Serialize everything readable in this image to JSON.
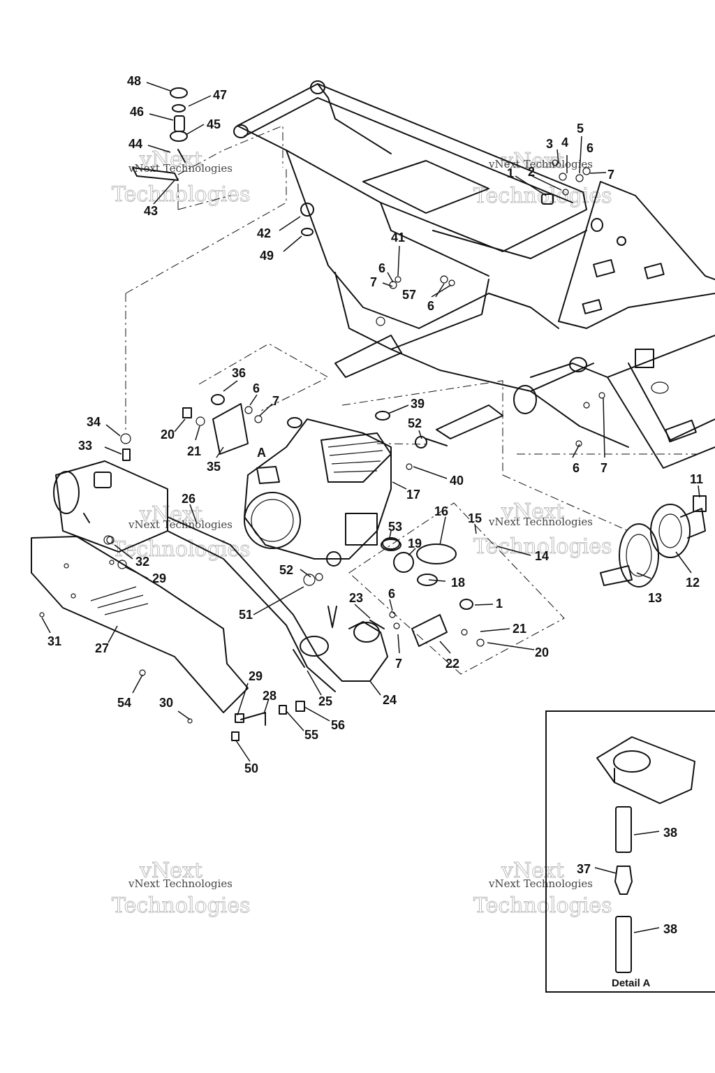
{
  "watermark": {
    "line1": "vNext",
    "line2": "Technologies",
    "small": "vNext Technologies"
  },
  "detail": {
    "title": "Detail A",
    "marker": "A"
  },
  "callouts": {
    "n1": "1",
    "n1b": "1",
    "n2": "2",
    "n3": "3",
    "n4": "4",
    "n5": "5",
    "n6a": "6",
    "n6b": "6",
    "n6c": "6",
    "n6d": "6",
    "n6e": "6",
    "n6f": "6",
    "n7a": "7",
    "n7b": "7",
    "n7c": "7",
    "n7d": "7",
    "n7e": "7",
    "n11": "11",
    "n12": "12",
    "n13": "13",
    "n14": "14",
    "n15": "15",
    "n16": "16",
    "n17": "17",
    "n18": "18",
    "n19": "19",
    "n20a": "20",
    "n20b": "20",
    "n21a": "21",
    "n21b": "21",
    "n22": "22",
    "n23": "23",
    "n24": "24",
    "n25": "25",
    "n26": "26",
    "n27": "27",
    "n28": "28",
    "n29a": "29",
    "n29b": "29",
    "n30": "30",
    "n31": "31",
    "n32": "32",
    "n33": "33",
    "n34": "34",
    "n35": "35",
    "n36": "36",
    "n37": "37",
    "n38a": "38",
    "n38b": "38",
    "n39": "39",
    "n40": "40",
    "n41": "41",
    "n42": "42",
    "n43": "43",
    "n44": "44",
    "n45": "45",
    "n46": "46",
    "n47": "47",
    "n48": "48",
    "n49": "49",
    "n50": "50",
    "n51": "51",
    "n52a": "52",
    "n52b": "52",
    "n53": "53",
    "n54": "54",
    "n55": "55",
    "n56": "56",
    "n57": "57"
  }
}
